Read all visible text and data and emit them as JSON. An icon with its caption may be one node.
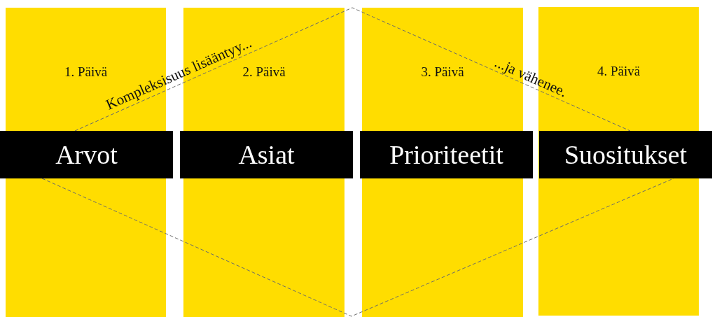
{
  "diagram": {
    "nodes": [
      {
        "text": [
          "1. Päivä"
        ]
      },
      {
        "text": [
          "2. Päivä"
        ]
      },
      {
        "text": [
          "3. Päivä"
        ]
      },
      {
        "text": [
          "4. Päivä"
        ]
      },
      {
        "text": [
          "Arvot"
        ]
      },
      {
        "text": [
          "Asiat"
        ]
      },
      {
        "text": [
          "Prioriteetit"
        ]
      },
      {
        "text": [
          "Suositukset"
        ]
      }
    ],
    "labels": [
      "Kompleksisuus lisääntyy...",
      "...ja vähenee."
    ]
  }
}
